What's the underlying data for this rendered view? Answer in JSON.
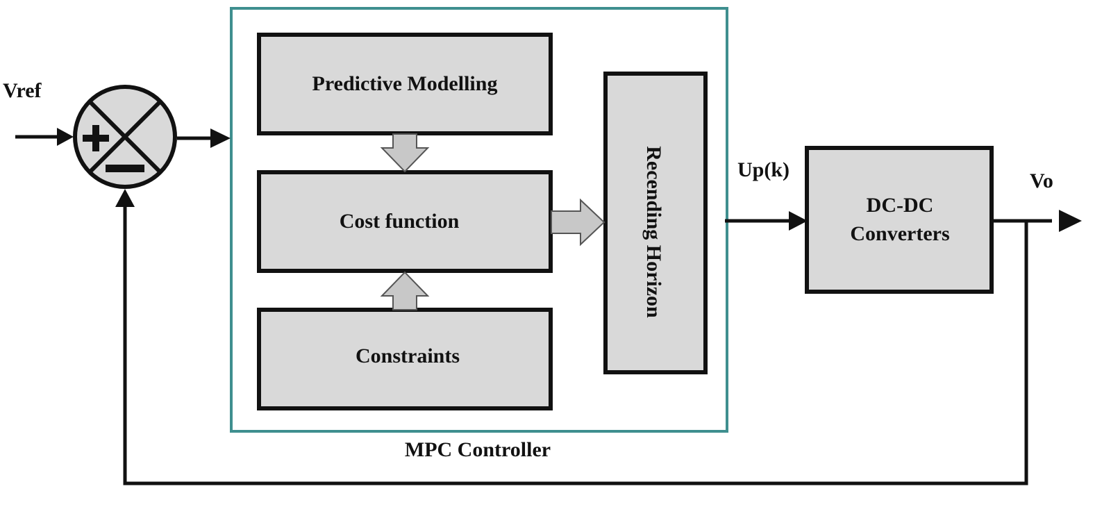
{
  "diagram": {
    "input_label": "Vref",
    "output_label": "Vo",
    "control_signal_label": "Up(k)",
    "controller_label": "MPC Controller",
    "blocks": {
      "predictive_modelling": "Predictive Modelling",
      "cost_function": "Cost function",
      "constraints": "Constraints",
      "receding_horizon": "Recending Horizon",
      "converter_line1": "DC-DC",
      "converter_line2": "Converters"
    },
    "summing_junction": {
      "plus_sign": "+",
      "minus_sign": "−"
    },
    "colors": {
      "block_fill": "#d9d9d9",
      "line": "#111111",
      "controller_border": "#3f8f8f",
      "arrow_fill": "#c8c8c8"
    }
  }
}
